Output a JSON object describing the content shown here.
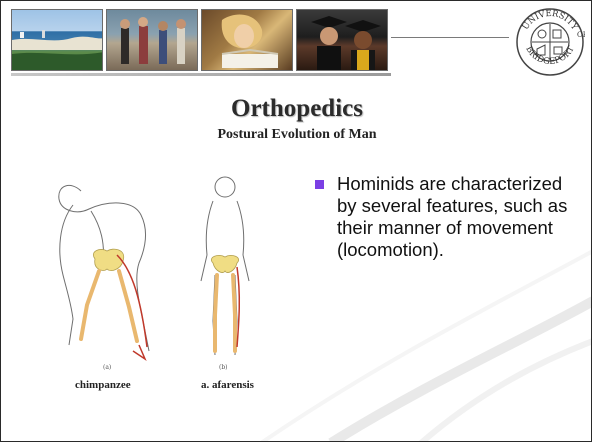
{
  "header": {
    "photos": [
      "campus-waterfront-photo",
      "students-walking-photo",
      "student-reading-photo",
      "graduates-photo"
    ]
  },
  "seal": {
    "text_top": "UNIVERSITY",
    "text_right": "OF",
    "text_bottom": "BRIDGEPORT"
  },
  "slide": {
    "title": "Orthopedics",
    "subtitle": "Postural Evolution of Man"
  },
  "figure": {
    "panel_a_label": "(a)",
    "panel_b_label": "(b)",
    "caption_left": "chimpanzee",
    "caption_right": "a. afarensis"
  },
  "bullet": {
    "text": "Hominids are characterized by several features, such as their manner of movement (locomotion).",
    "marker_color": "#7b3fe4"
  }
}
